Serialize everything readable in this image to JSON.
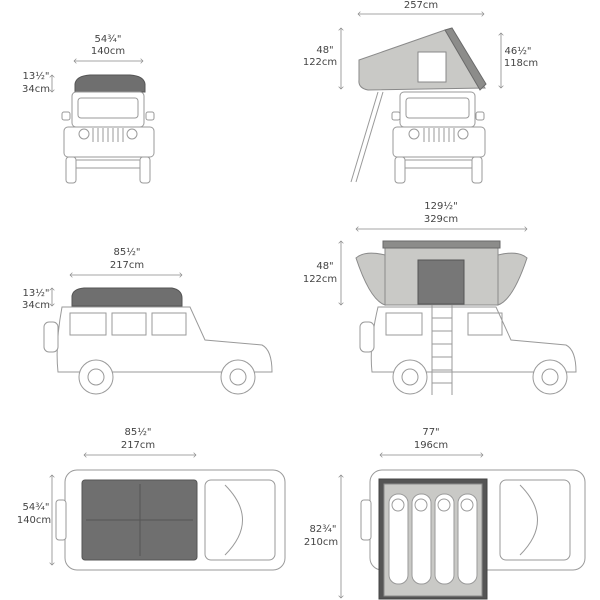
{
  "front_closed": {
    "width_in": "54¾\"",
    "width_cm": "140cm",
    "height_in": "13½\"",
    "height_cm": "34cm"
  },
  "front_open": {
    "width_cm": "257cm",
    "left_height_in": "48\"",
    "left_height_cm": "122cm",
    "right_height_in": "46½\"",
    "right_height_cm": "118cm"
  },
  "side_closed": {
    "length_in": "85½\"",
    "length_cm": "217cm",
    "height_in": "13½\"",
    "height_cm": "34cm"
  },
  "side_open": {
    "length_in": "129½\"",
    "length_cm": "329cm",
    "height_in": "48\"",
    "height_cm": "122cm"
  },
  "top_closed": {
    "length_in": "85½\"",
    "length_cm": "217cm",
    "width_in": "54¾\"",
    "width_cm": "140cm"
  },
  "top_open": {
    "width_in": "77\"",
    "width_cm": "196cm",
    "length_in": "82¾\"",
    "length_cm": "210cm"
  }
}
